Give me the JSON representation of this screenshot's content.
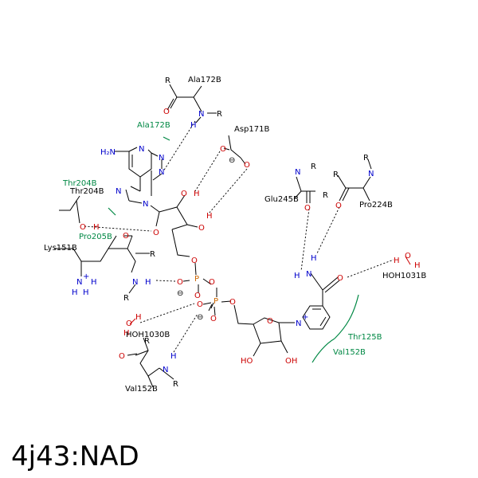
{
  "title": "4j43:NAD",
  "residues": {
    "ala172": "Ala172B",
    "ala172_hyd": "Ala172B",
    "asp171": "Asp171B",
    "thr204_hyd": "Thr204B",
    "thr204": "Thr204B",
    "pro205_hyd": "Pro205B",
    "lys151": "Lys151B",
    "glu245": "Glu245B",
    "pro224": "Pro224B",
    "hoh1031": "HOH1031B",
    "hoh1030": "HOH1030B",
    "val152": "Val152B",
    "thr125_hyd": "Thr125B",
    "val152_hyd": "Val152B"
  },
  "atoms": {
    "r": "R",
    "o": "O",
    "n": "N",
    "h": "H",
    "p": "P",
    "nh2": "H₂N",
    "nplus": "N",
    "oh": "OH",
    "ho": "HO",
    "minus": "⊖",
    "plus": "+",
    "h2": "H"
  },
  "colors": {
    "carbon": "#000000",
    "nitrogen": "#0000cc",
    "oxygen": "#cc0000",
    "phosphorus": "#cc6600",
    "hydrophobic": "#008844"
  }
}
